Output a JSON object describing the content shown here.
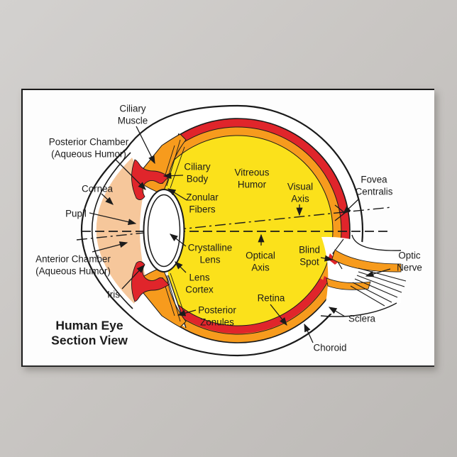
{
  "poster": {
    "title": "Human Eye\nSection View"
  },
  "colors": {
    "background_gray": "#c9c6c3",
    "poster_white": "#fdfdfd",
    "vitreous_yellow": "#fbe11b",
    "choroid_orange": "#f79b1d",
    "retina_red": "#e0252b",
    "aqueous_peach": "#f6c79b",
    "line_black": "#1b1b1b"
  },
  "labels": [
    {
      "name": "ciliary-muscle",
      "text": "Ciliary\nMuscle"
    },
    {
      "name": "posterior-chamber",
      "text": "Posterior Chamber\n(Aqueous Humor)"
    },
    {
      "name": "cornea",
      "text": "Cornea"
    },
    {
      "name": "pupil",
      "text": "Pupil"
    },
    {
      "name": "anterior-chamber",
      "text": "Anterior Chamber\n(Aqueous Humor)"
    },
    {
      "name": "iris",
      "text": "Iris"
    },
    {
      "name": "ciliary-body",
      "text": "Ciliary\nBody"
    },
    {
      "name": "zonular-fibers",
      "text": "Zonular\nFibers"
    },
    {
      "name": "crystalline-lens",
      "text": "Crystalline\nLens"
    },
    {
      "name": "lens-cortex",
      "text": "Lens\nCortex"
    },
    {
      "name": "posterior-zonules",
      "text": "Posterior\nZonules"
    },
    {
      "name": "vitreous-humor",
      "text": "Vitreous\nHumor"
    },
    {
      "name": "visual-axis",
      "text": "Visual\nAxis"
    },
    {
      "name": "optical-axis",
      "text": "Optical\nAxis"
    },
    {
      "name": "retina",
      "text": "Retina"
    },
    {
      "name": "blind-spot",
      "text": "Blind\nSpot"
    },
    {
      "name": "fovea-centralis",
      "text": "Fovea\nCentralis"
    },
    {
      "name": "optic-nerve",
      "text": "Optic\nNerve"
    },
    {
      "name": "sclera",
      "text": "Sclera"
    },
    {
      "name": "choroid",
      "text": "Choroid"
    }
  ]
}
